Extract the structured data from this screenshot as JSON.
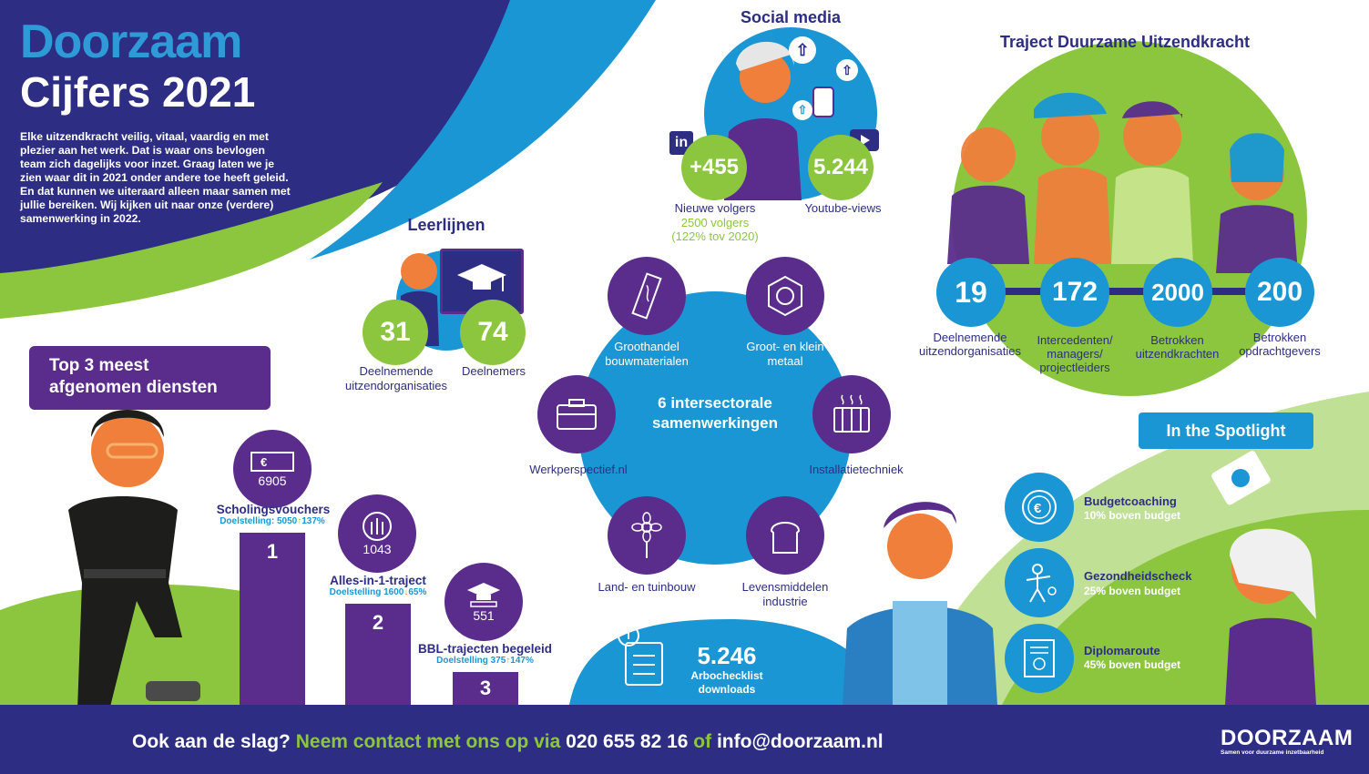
{
  "colors": {
    "navy": "#2d2e83",
    "blue": "#1a96d4",
    "green": "#8cc63f",
    "purple": "#5a2d8c",
    "lightblue": "#2f9ad8",
    "orange": "#f07f3c"
  },
  "header": {
    "brand": "Doorzaam",
    "title": "Cijfers 2021",
    "intro": "Elke uitzendkracht veilig, vitaal, vaardig en met plezier aan het werk. Dat is waar ons bevlogen team zich dagelijks voor inzet. Graag laten we je zien waar dit in 2021 onder andere toe heeft geleid. En dat kunnen we uiteraard alleen maar samen met jullie bereiken. Wij kijken uit naar onze (verdere) samenwerking in 2022."
  },
  "social": {
    "heading": "Social media",
    "followers_value": "+455",
    "followers_label": "Nieuwe volgers",
    "followers_total": "2500 volgers",
    "followers_growth": "(122% tov 2020)",
    "youtube_value": "5.244",
    "youtube_label": "Youtube-views",
    "icons": [
      "linkedin-icon",
      "youtube-icon",
      "arrow-up-icon",
      "phone-icon"
    ]
  },
  "leerlijnen": {
    "heading": "Leerlijnen",
    "orgs_value": "31",
    "orgs_label_1": "Deelnemende",
    "orgs_label_2": "uitzendorganisaties",
    "participants_value": "74",
    "participants_label": "Deelnemers"
  },
  "top3": {
    "heading_1": "Top 3 meest",
    "heading_2": "afgenomen diensten",
    "services": [
      {
        "rank": "1",
        "count": "6905",
        "name": "Scholingsvouchers",
        "goal_text": "Doelstelling: 5050",
        "goal_pct": "137%",
        "trend": "up",
        "icon": "voucher-icon"
      },
      {
        "rank": "2",
        "count": "1043",
        "name": "Alles-in-1-traject",
        "goal_text": "Doelstelling 1600",
        "goal_pct": "65%",
        "trend": "down",
        "icon": "arrows-up-icon"
      },
      {
        "rank": "3",
        "count": "551",
        "name": "BBL-trajecten begeleid",
        "goal_text": "Doelstelling 375",
        "goal_pct": "147%",
        "trend": "up",
        "icon": "graduation-cap-icon"
      }
    ]
  },
  "sectors": {
    "center_1": "6 intersectorale",
    "center_2": "samenwerkingen",
    "items": [
      {
        "label_1": "Groothandel",
        "label_2": "bouwmaterialen",
        "icon": "wood-plank-icon"
      },
      {
        "label_1": "Groot- en klein",
        "label_2": "metaal",
        "icon": "hex-nut-icon"
      },
      {
        "label_1": "Werkperspectief.nl",
        "label_2": "",
        "icon": "briefcase-icon"
      },
      {
        "label_1": "Installatietechniek",
        "label_2": "",
        "icon": "radiator-icon"
      },
      {
        "label_1": "Land- en tuinbouw",
        "label_2": "",
        "icon": "flower-icon"
      },
      {
        "label_1": "Levensmiddelen",
        "label_2": "industrie",
        "icon": "bread-icon"
      }
    ]
  },
  "arbo": {
    "value": "5.246",
    "label_1": "Arbochecklist",
    "label_2": "downloads",
    "icon": "checklist-download-icon"
  },
  "traject": {
    "heading": "Traject Duurzame Uitzendkracht",
    "stats": [
      {
        "value": "19",
        "label_1": "Deelnemende",
        "label_2": "uitzendorganisaties",
        "label_3": ""
      },
      {
        "value": "172",
        "label_1": "Intercedenten/",
        "label_2": "managers/",
        "label_3": "projectleiders"
      },
      {
        "value": "2000",
        "label_1": "Betrokken",
        "label_2": "uitzendkrachten",
        "label_3": ""
      },
      {
        "value": "200",
        "label_1": "Betrokken",
        "label_2": "opdrachtgevers",
        "label_3": ""
      }
    ]
  },
  "spotlight": {
    "heading": "In the Spotlight",
    "items": [
      {
        "title": "Budgetcoaching",
        "sub": "10% boven budget",
        "icon": "euro-coin-icon"
      },
      {
        "title": "Gezondheidscheck",
        "sub": "25% boven budget",
        "icon": "health-check-icon"
      },
      {
        "title": "Diplomaroute",
        "sub": "45% boven budget",
        "icon": "diploma-icon"
      }
    ]
  },
  "footer": {
    "part1": "Ook aan de slag?",
    "part2": "Neem contact met ons op via",
    "phone": "020 655 82 16",
    "part3": "of",
    "email": "info@doorzaam.nl",
    "logo": "DOORZAAM",
    "logo_tagline": "Samen voor duurzame inzetbaarheid"
  }
}
